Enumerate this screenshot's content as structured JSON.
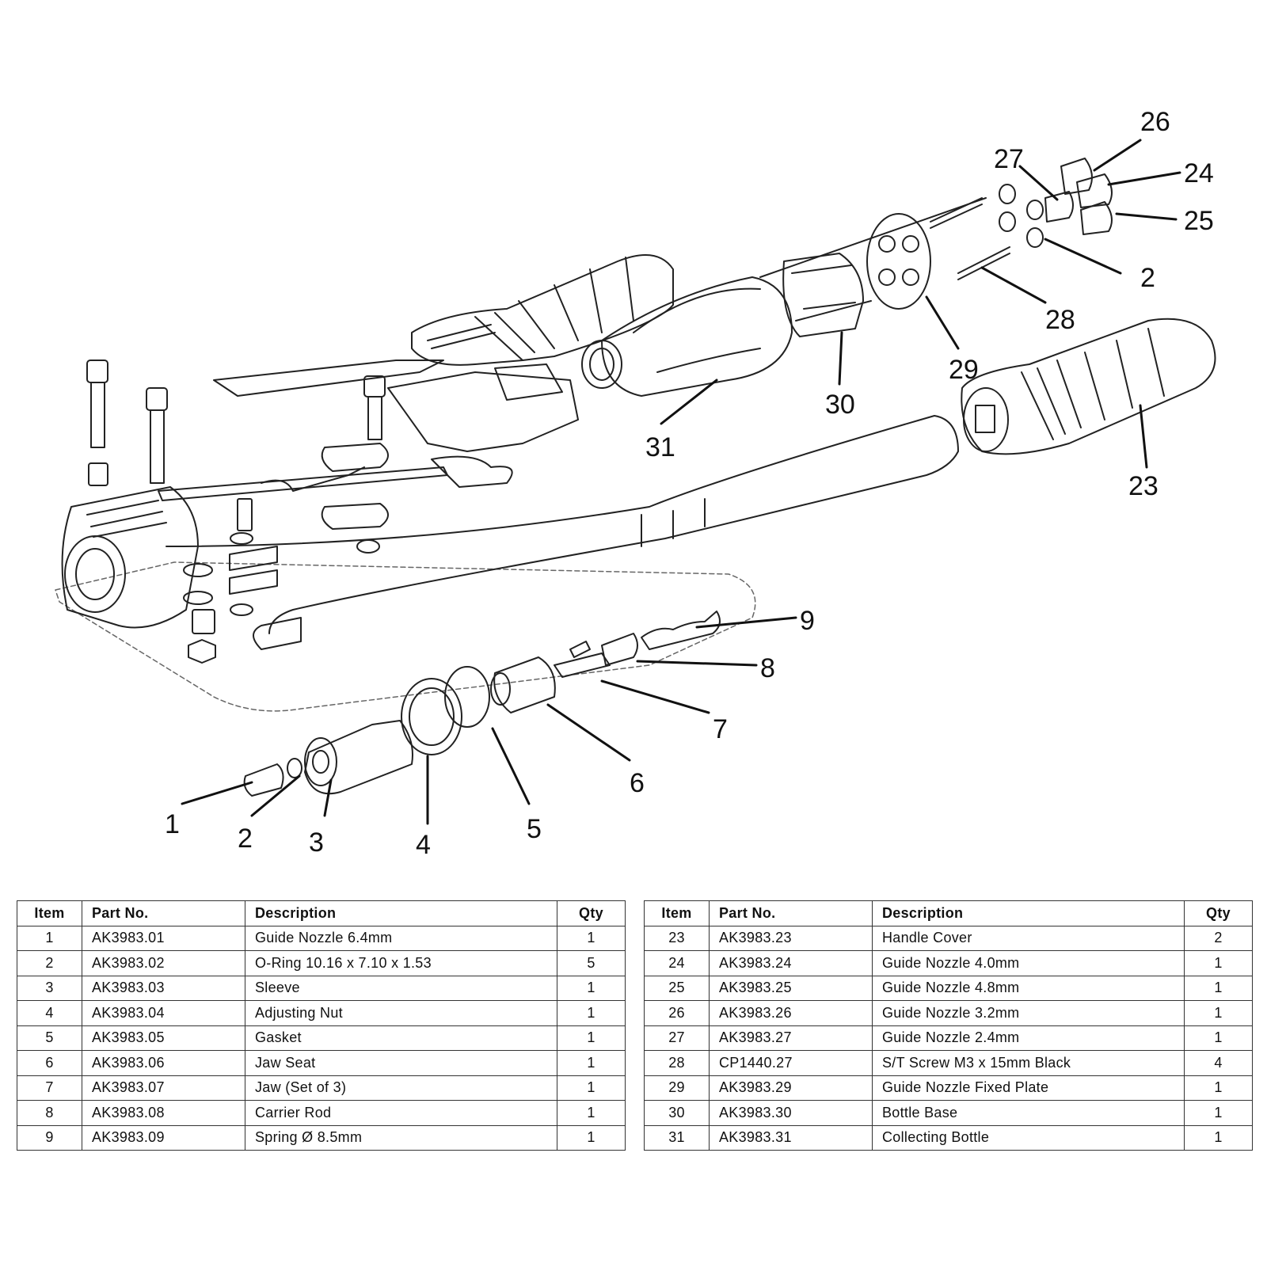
{
  "callouts": [
    "1",
    "2",
    "3",
    "4",
    "5",
    "6",
    "7",
    "8",
    "9",
    "23",
    "24",
    "25",
    "26",
    "27",
    "28",
    "29",
    "30",
    "31",
    "2"
  ],
  "table": {
    "headers": {
      "item": "Item",
      "part": "Part No.",
      "desc": "Description",
      "qty": "Qty"
    },
    "left_rows": [
      {
        "item": "1",
        "part": "AK3983.01",
        "desc": "Guide Nozzle 6.4mm",
        "qty": "1"
      },
      {
        "item": "2",
        "part": "AK3983.02",
        "desc": "O-Ring 10.16 x 7.10 x 1.53",
        "qty": "5"
      },
      {
        "item": "3",
        "part": "AK3983.03",
        "desc": "Sleeve",
        "qty": "1"
      },
      {
        "item": "4",
        "part": "AK3983.04",
        "desc": "Adjusting Nut",
        "qty": "1"
      },
      {
        "item": "5",
        "part": "AK3983.05",
        "desc": "Gasket",
        "qty": "1"
      },
      {
        "item": "6",
        "part": "AK3983.06",
        "desc": "Jaw Seat",
        "qty": "1"
      },
      {
        "item": "7",
        "part": "AK3983.07",
        "desc": "Jaw (Set of 3)",
        "qty": "1"
      },
      {
        "item": "8",
        "part": "AK3983.08",
        "desc": "Carrier Rod",
        "qty": "1"
      },
      {
        "item": "9",
        "part": "AK3983.09",
        "desc": "Spring Ø 8.5mm",
        "qty": "1"
      }
    ],
    "right_rows": [
      {
        "item": "23",
        "part": "AK3983.23",
        "desc": "Handle Cover",
        "qty": "2"
      },
      {
        "item": "24",
        "part": "AK3983.24",
        "desc": "Guide Nozzle 4.0mm",
        "qty": "1"
      },
      {
        "item": "25",
        "part": "AK3983.25",
        "desc": "Guide Nozzle 4.8mm",
        "qty": "1"
      },
      {
        "item": "26",
        "part": "AK3983.26",
        "desc": "Guide Nozzle 3.2mm",
        "qty": "1"
      },
      {
        "item": "27",
        "part": "AK3983.27",
        "desc": "Guide Nozzle 2.4mm",
        "qty": "1"
      },
      {
        "item": "28",
        "part": "CP1440.27",
        "desc": "S/T Screw M3 x 15mm Black",
        "qty": "4"
      },
      {
        "item": "29",
        "part": "AK3983.29",
        "desc": "Guide Nozzle Fixed Plate",
        "qty": "1"
      },
      {
        "item": "30",
        "part": "AK3983.30",
        "desc": "Bottle Base",
        "qty": "1"
      },
      {
        "item": "31",
        "part": "AK3983.31",
        "desc": "Collecting Bottle",
        "qty": "1"
      }
    ]
  }
}
